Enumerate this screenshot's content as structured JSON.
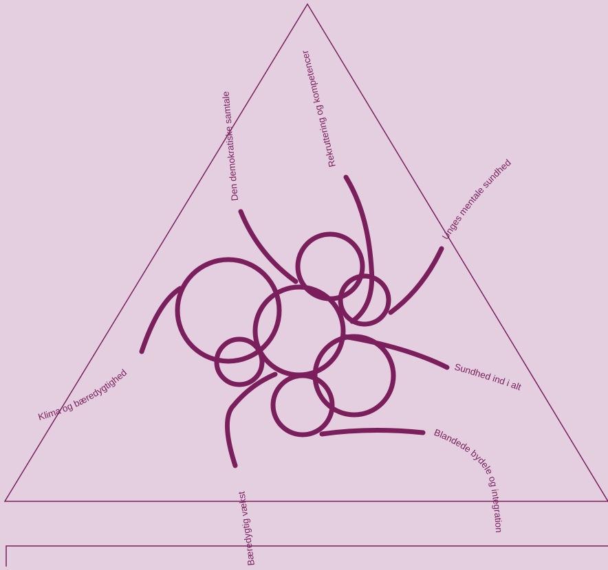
{
  "colors": {
    "background": "#e3cfe0",
    "ink": "#7a1e5c"
  },
  "labels": {
    "demokratiske": "Den demokratiske samtale",
    "rekruttering": "Rekruttering og kompetencer",
    "unges": "Unges mentale sundhed",
    "sundhed": "Sundhed ind i alt",
    "blandede": "Blandede bydele og integration",
    "baeredygtig": "Bæredygtig vækst",
    "klima": "Klima og bæredygtighed"
  }
}
